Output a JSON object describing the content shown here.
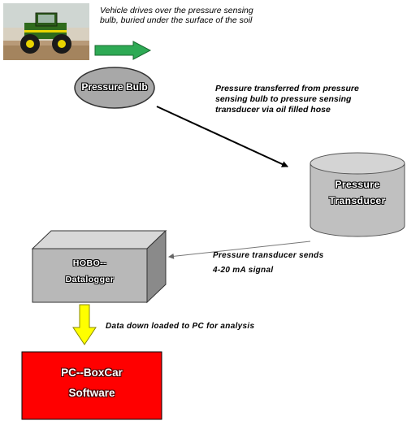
{
  "notes": {
    "vehicle": "Vehicle drives over the pressure sensing bulb, buried under the surface of the soil",
    "transfer": "Pressure transferred from pressure sensing bulb to pressure sensing transducer via oil filled hose",
    "signal_line1": "Pressure transducer sends",
    "signal_line2": "4-20 mA signal",
    "download": "Data down loaded to PC for analysis"
  },
  "nodes": {
    "bulb": "Pressure Bulb",
    "transducer_line1": "Pressure",
    "transducer_line2": "Transducer",
    "logger_line1": "HOBO--",
    "logger_line2": "Datalogger",
    "software_line1": "PC--BoxCar",
    "software_line2": "Software"
  },
  "colors": {
    "bulb": "#a8a8a8",
    "cylinder": "#c0c0c0",
    "box_front": "#b8b8b8",
    "software": "#ff0000",
    "green_arrow": "#2eaa55",
    "yellow_arrow": "#ffff00"
  },
  "icons": {
    "tractor": "tractor-photo"
  }
}
